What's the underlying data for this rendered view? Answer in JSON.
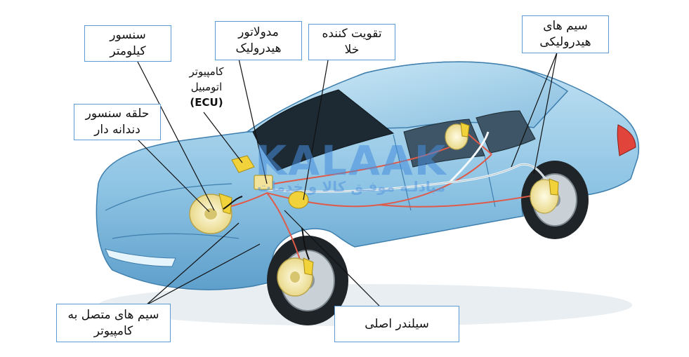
{
  "labels": {
    "speed_sensor": [
      "سنسور",
      "کیلومتر"
    ],
    "hydraulic_modulator": [
      "مدولاتور",
      "هیدرولیک"
    ],
    "vacuum_booster": [
      "تقویت کننده",
      "خلا"
    ],
    "hydraulic_lines": [
      "سیم های",
      "هیدرولیکی"
    ],
    "ecu": [
      "کامپیوتر",
      "اتومبیل",
      "(ECU)"
    ],
    "toothed_ring": [
      "حلقه سنسور",
      "دندانه دار"
    ],
    "computer_wires": [
      "سیم های متصل به",
      "کامپیوتر"
    ],
    "master_cylinder": [
      "سیلندر اصلی"
    ]
  },
  "watermark": {
    "main": "KALAAK",
    "sub": "مبادلـه موفـق کالا و خدمات"
  },
  "colors": {
    "label_border": "#5a9bd5",
    "car_body": "#8ec4e4",
    "brake_line": "#e05a4a",
    "rotor": "#f3e6a0",
    "caliper": "#f1d23a",
    "leader_line": "#111111"
  }
}
